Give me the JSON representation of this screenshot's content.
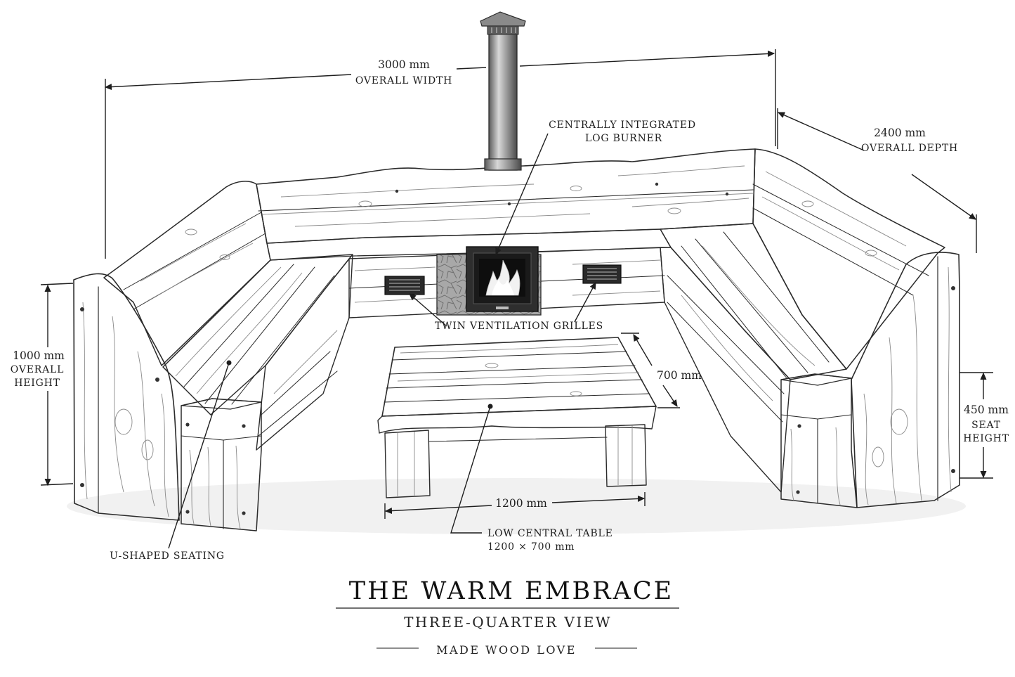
{
  "dimensions": {
    "overall_width": {
      "value": "3000 mm",
      "label": "OVERALL WIDTH"
    },
    "overall_depth": {
      "value": "2400 mm",
      "label": "OVERALL DEPTH"
    },
    "overall_height": {
      "value": "1000 mm",
      "label_line1": "OVERALL",
      "label_line2": "HEIGHT"
    },
    "seat_height": {
      "value": "450 mm",
      "label_line1": "SEAT",
      "label_line2": "HEIGHT"
    },
    "table_width": {
      "value": "1200 mm"
    },
    "table_depth": {
      "value": "700 mm"
    }
  },
  "callouts": {
    "log_burner": {
      "line1": "CENTRALLY INTEGRATED",
      "line2": "LOG BURNER"
    },
    "grilles": {
      "text": "TWIN VENTILATION GRILLES"
    },
    "seating": {
      "text": "U-SHAPED SEATING"
    },
    "table": {
      "line1": "LOW CENTRAL TABLE",
      "line2": "1200 × 700 mm"
    }
  },
  "footer": {
    "title": "THE WARM EMBRACE",
    "subtitle": "THREE-QUARTER VIEW",
    "brand": "MADE WOOD LOVE"
  }
}
